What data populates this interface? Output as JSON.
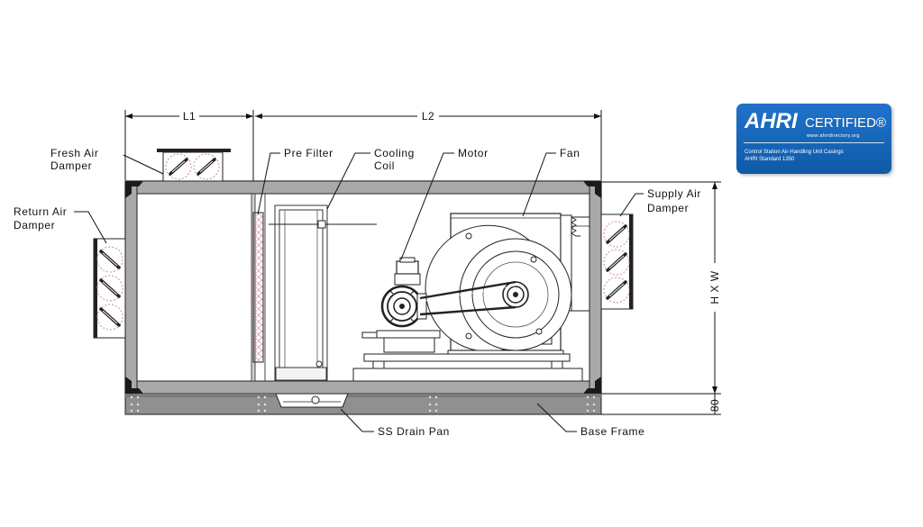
{
  "dimensions": {
    "l1": "L1",
    "l2": "L2",
    "hxw": "H X W",
    "base_height": "80"
  },
  "labels": {
    "fresh_air_damper_1": "Fresh Air",
    "fresh_air_damper_2": "Damper",
    "return_air_damper_1": "Return Air",
    "return_air_damper_2": "Damper",
    "pre_filter": "Pre Filter",
    "cooling_coil_1": "Cooling",
    "cooling_coil_2": "Coil",
    "motor": "Motor",
    "fan": "Fan",
    "supply_air_damper_1": "Supply Air",
    "supply_air_damper_2": "Damper",
    "ss_drain_pan": "SS Drain Pan",
    "base_frame": "Base Frame"
  },
  "badge": {
    "ahri": "AHRI",
    "certified": "CERTIFIED®",
    "website": "www.ahridirectory.org",
    "program": "Control Station Air-Handling Unit Casings",
    "standard": "AHRI Standard 1350"
  },
  "colors": {
    "casing": "#a9a9a9",
    "corner": "#1a1a1a",
    "base_frame": "#909090",
    "filter_hatch": "#d98ab0",
    "badge_blue": "#1866b8"
  }
}
